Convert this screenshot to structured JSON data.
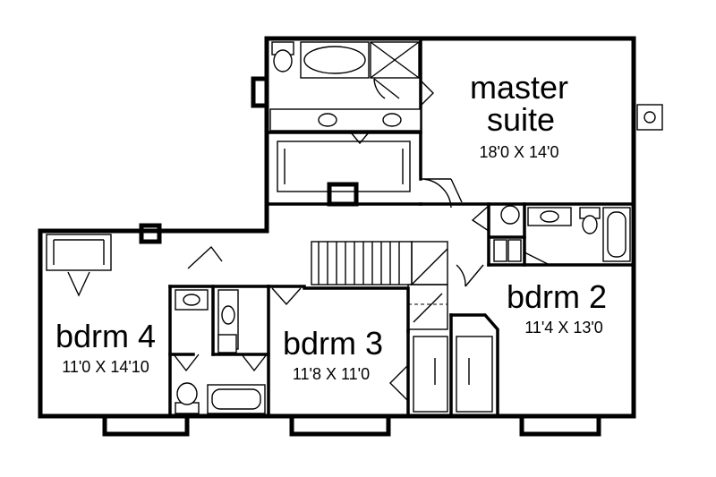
{
  "rooms": {
    "master": {
      "name_line1": "master",
      "name_line2": "suite",
      "dims": "18'0 X 14'0"
    },
    "bdrm2": {
      "name": "bdrm 2",
      "dims": "11'4 X 13'0"
    },
    "bdrm3": {
      "name": "bdrm 3",
      "dims": "11'8 X 11'0"
    },
    "bdrm4": {
      "name": "bdrm 4",
      "dims": "11'0 X 14'10"
    }
  }
}
